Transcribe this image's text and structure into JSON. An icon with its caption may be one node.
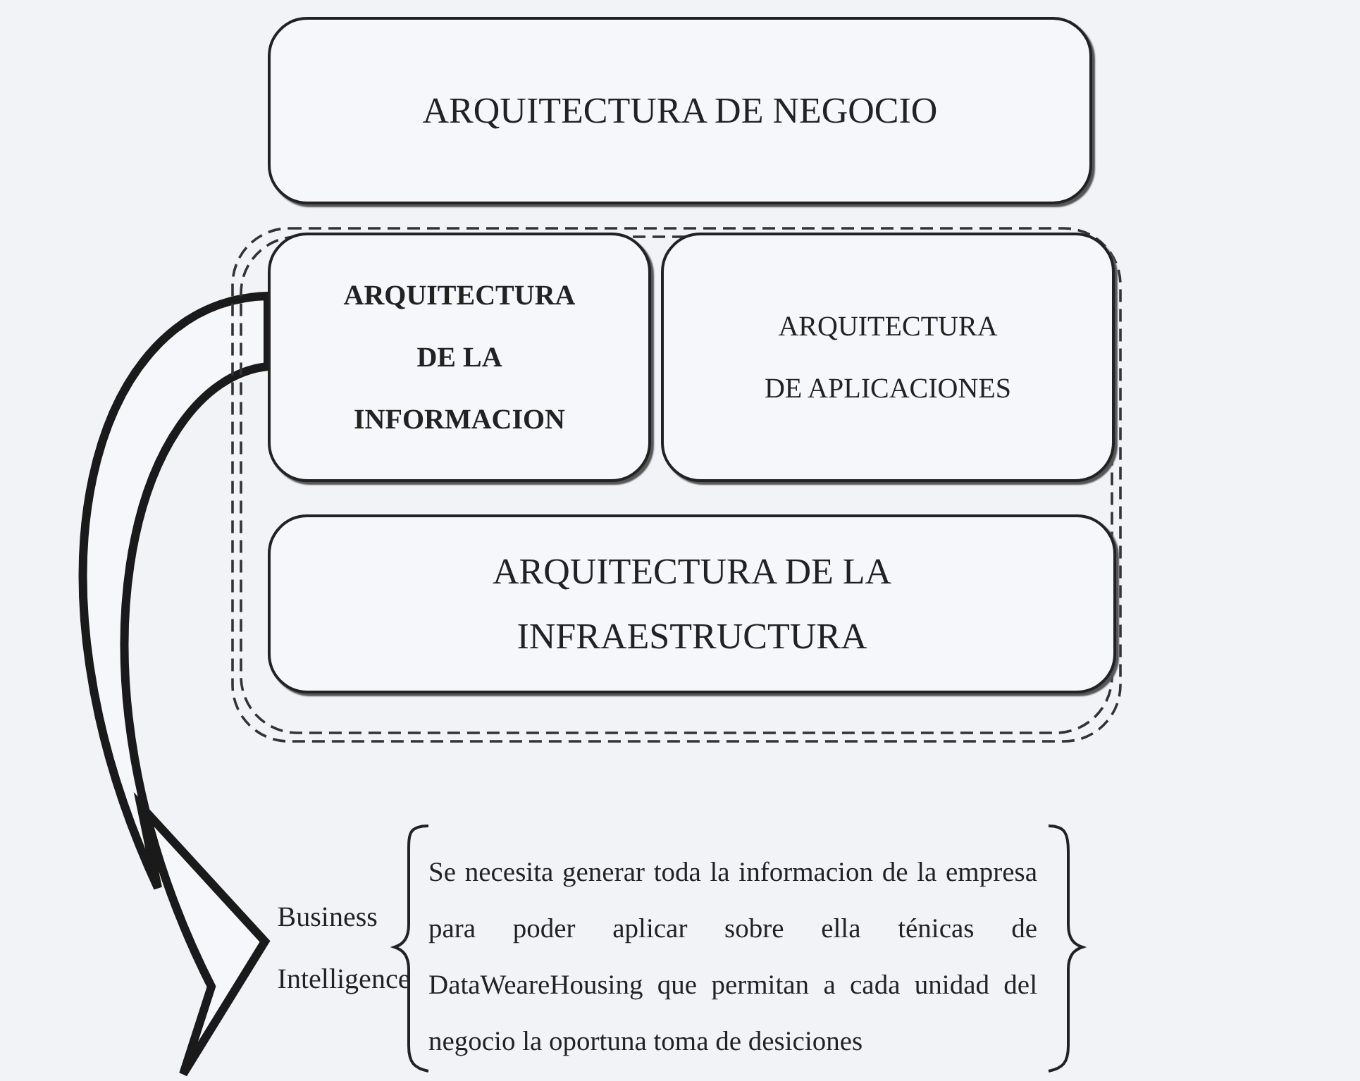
{
  "diagram": {
    "nodes": [
      {
        "text": [
          "ARQUITECTURA DE NEGOCIO"
        ]
      },
      {
        "text": [],
        "shape": "box"
      },
      {
        "text": [
          "ARQUITECTURA DE LA INFORMACION"
        ],
        "in": 1
      },
      {
        "text": [
          "ARQUITECTURA DE APLICACIONES"
        ],
        "in": 1
      },
      {
        "text": [
          "ARQUITECTURA DE LA INFRAESTRUCTURA"
        ],
        "in": 1
      },
      {
        "text": [
          "Business Intelligence"
        ]
      }
    ],
    "edges": [
      {
        "from": 2,
        "to": 5,
        "arrow": "to",
        "style": "thick"
      }
    ],
    "labels": [
      "Se necesita generar toda la informacion de la empresa para poder aplicar sobre ella ténicas de DataWeareHousing que permitan a cada unidad del negocio la oportuna toma de desiciones"
    ]
  }
}
